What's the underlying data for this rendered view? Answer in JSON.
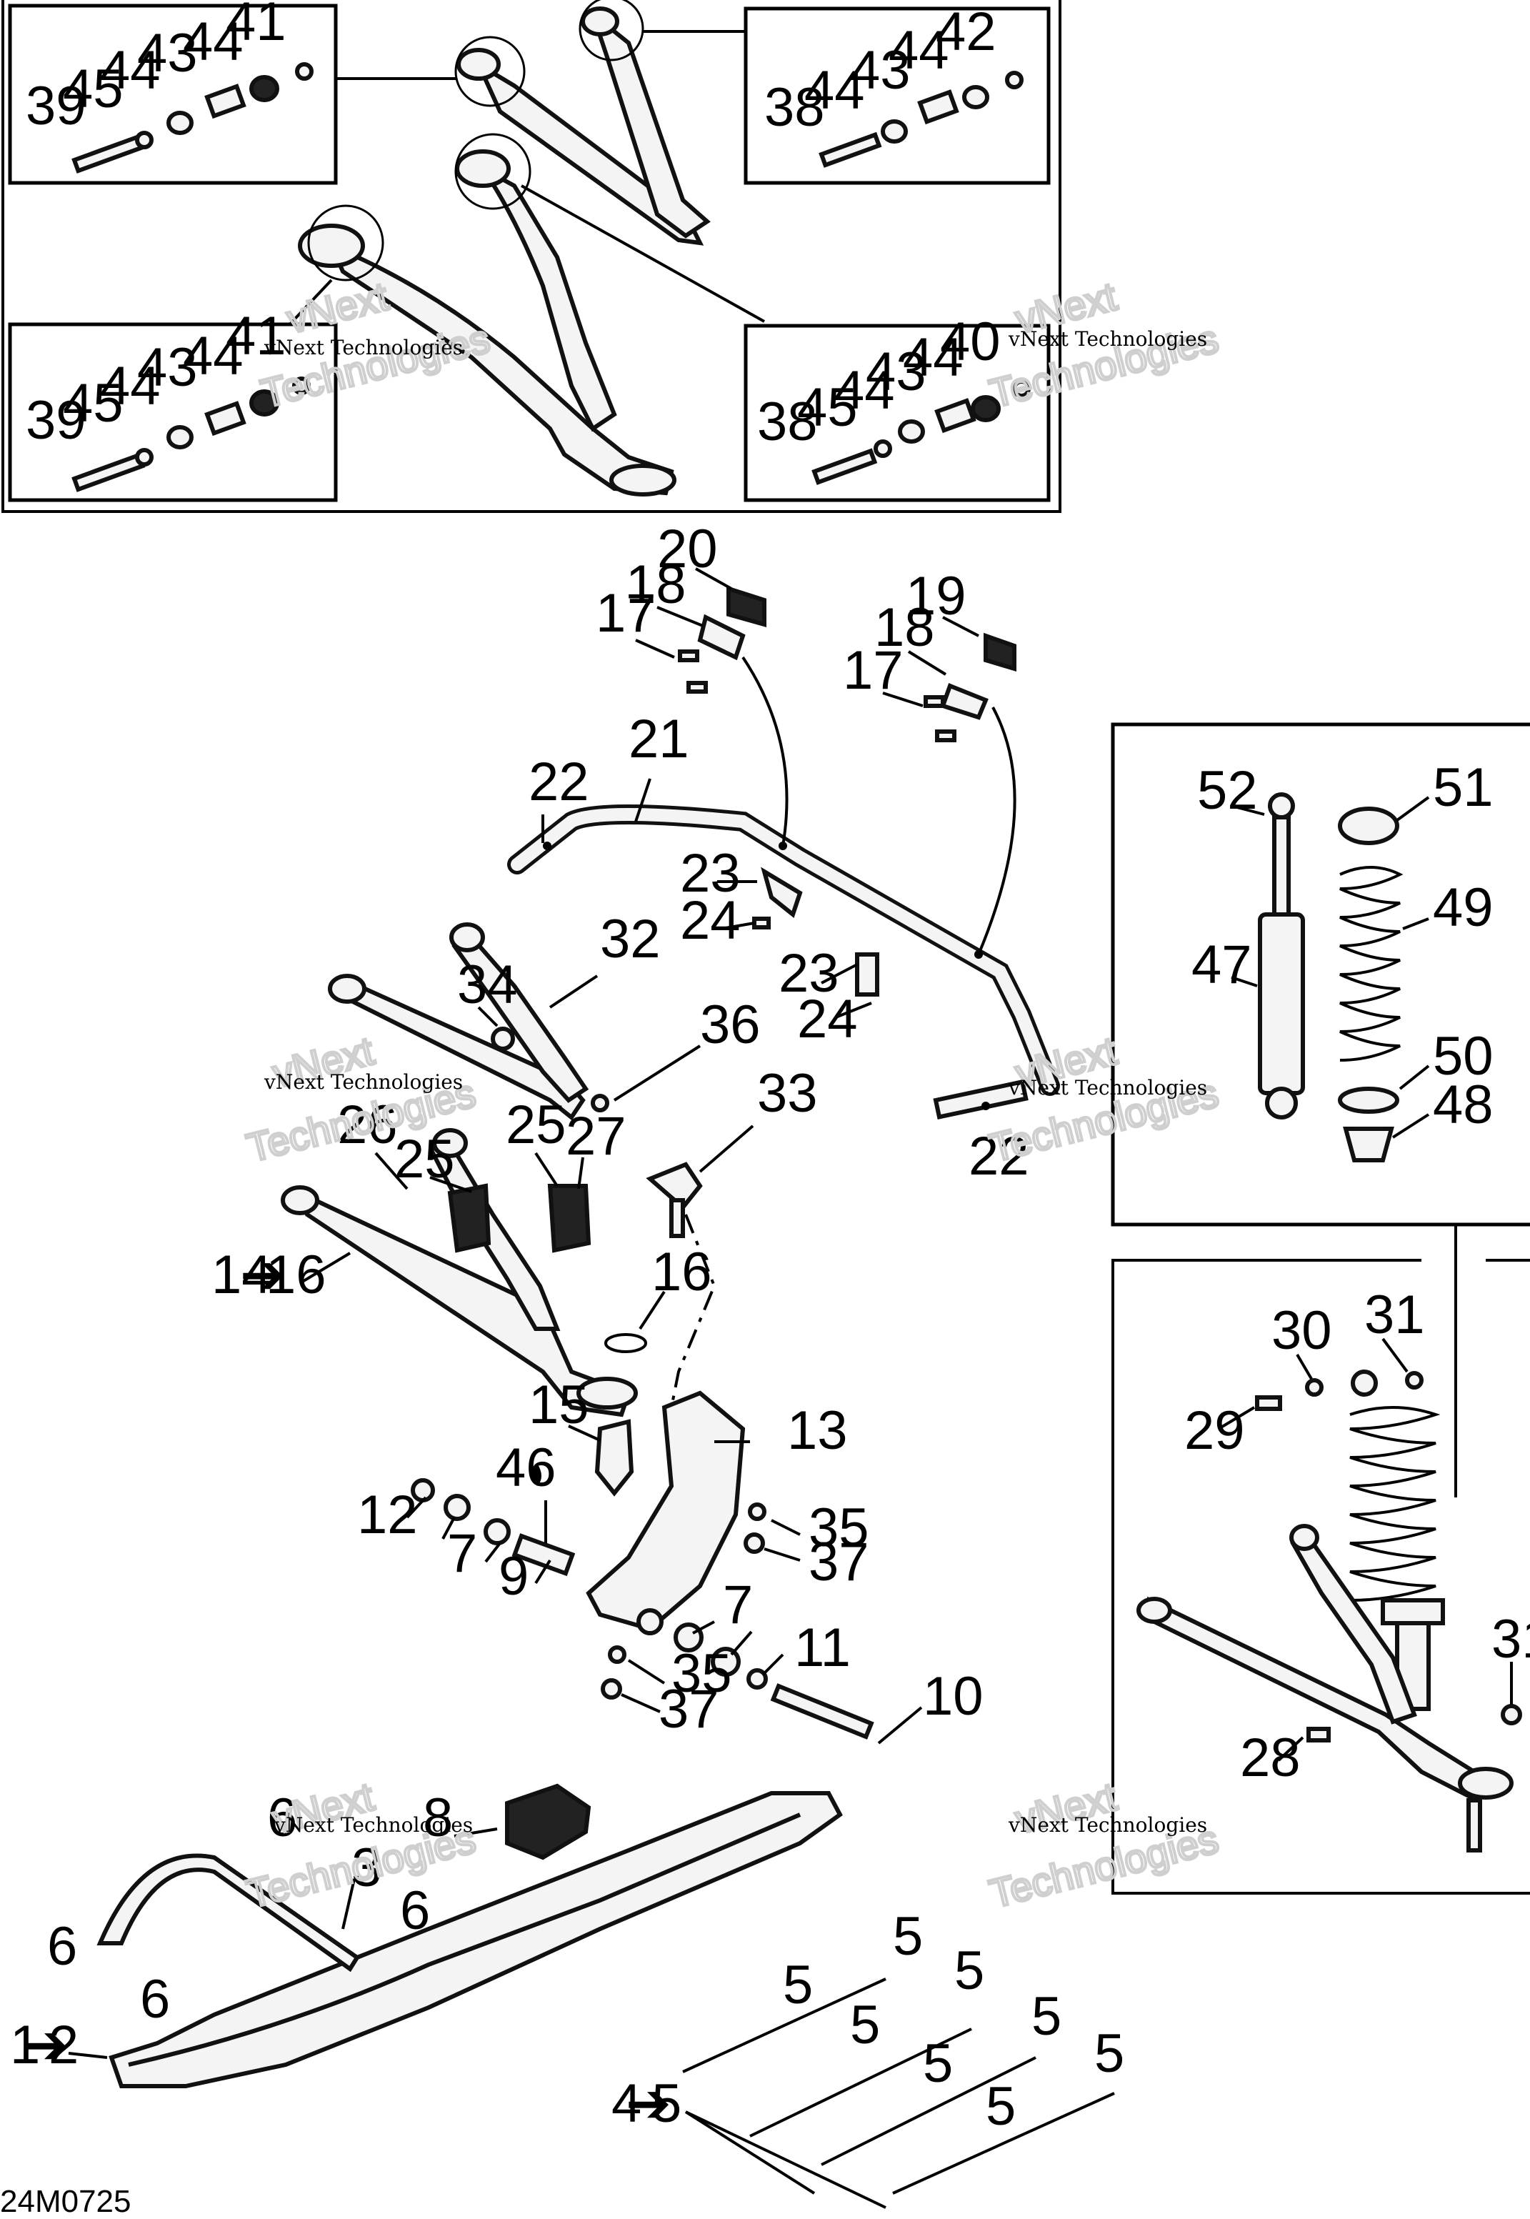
{
  "watermark": {
    "line1": "vNext Technologies",
    "line2": "vNext",
    "line3": "Technologies"
  },
  "figure_ref": "24M0725",
  "callouts": {
    "c1_2": "1",
    "c1_2_b": "2",
    "c3": "3",
    "c4_5a": "4",
    "c4_5b": "5",
    "c5": "5",
    "c6": "6",
    "c7": "7",
    "c8": "8",
    "c9": "9",
    "c10": "10",
    "c11": "11",
    "c12": "12",
    "c13": "13",
    "c14": "14",
    "c16": "16",
    "c15": "15",
    "c17": "17",
    "c18": "18",
    "c19": "19",
    "c20": "20",
    "c21": "21",
    "c22": "22",
    "c23": "23",
    "c24": "24",
    "c25": "25",
    "c26": "26",
    "c27": "27",
    "c28": "28",
    "c29": "29",
    "c30": "30",
    "c31": "31",
    "c32": "32",
    "c33": "33",
    "c34": "34",
    "c35": "35",
    "c36": "36",
    "c37": "37",
    "c38": "38",
    "c39": "39",
    "c40": "40",
    "c41": "41",
    "c42": "42",
    "c43": "43",
    "c44": "44",
    "c45": "45",
    "c46": "46",
    "c47": "47",
    "c48": "48",
    "c49": "49",
    "c50": "50",
    "c51": "51",
    "c52": "52"
  },
  "arrow": "➔"
}
